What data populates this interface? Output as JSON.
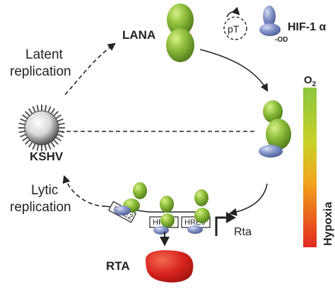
{
  "labels": {
    "lana": "LANA",
    "hif": "HIF-1 α",
    "od": "-OD",
    "pt": "pT",
    "latent_line1": "Latent",
    "latent_line2": "replication",
    "kshv": "KSHV",
    "lytic_line1": "Lytic",
    "lytic_line2": "replication",
    "rta_gene": "Rta",
    "rta_protein": "RTA",
    "o2": "O2",
    "hypoxia": "Hypoxia",
    "hre2": "HRE2",
    "hre5": "HRE5",
    "hre6": "HRE6"
  },
  "colors": {
    "lana_green": "#7aa83a",
    "hif_blue": "#7f8fc2",
    "rta_red": "#d8231d",
    "gradient_top": "#8cc63f",
    "gradient_mid": "#f2a31c",
    "gradient_bottom": "#e02a1f",
    "kshv_gray": "#b0b0b0"
  },
  "icons": {
    "virus": "spiky-sphere",
    "gradient": "oxygen-gradient-bar"
  }
}
